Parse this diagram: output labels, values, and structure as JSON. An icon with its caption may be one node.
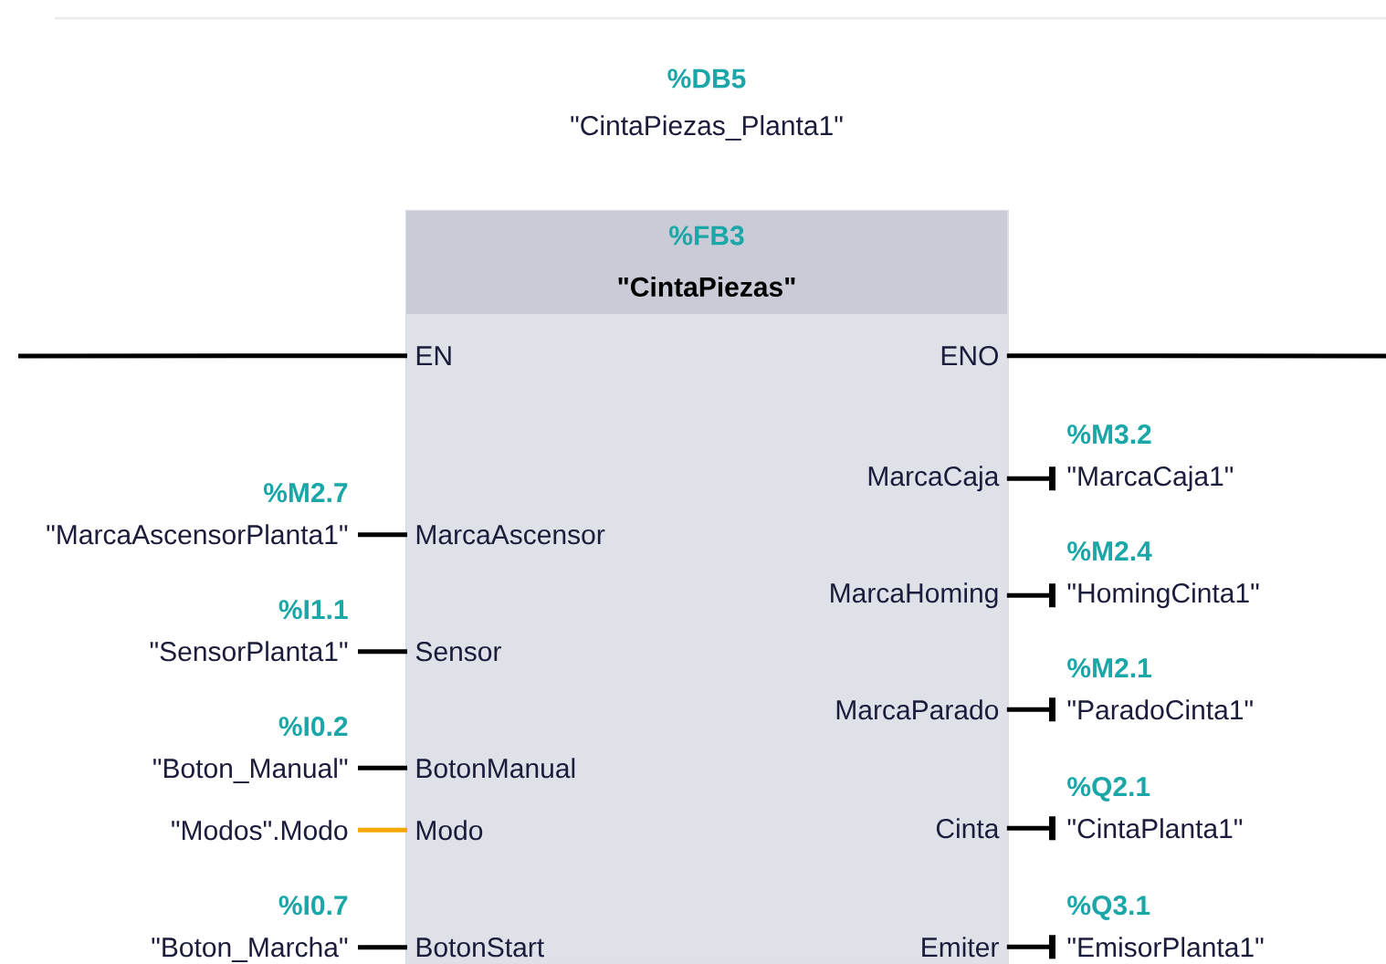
{
  "diagram": {
    "nodes": [
      {
        "text": [
          "%FB3",
          "\"CintaPiezas\""
        ],
        "beside": [
          "%DB5",
          "\"CintaPiezas_Planta1\""
        ]
      },
      {
        "text": [
          "EN"
        ],
        "in": 0
      },
      {
        "text": [
          "ENO"
        ],
        "in": 0
      },
      {
        "text": [
          "MarcaAscensor"
        ],
        "in": 0
      },
      {
        "text": [
          "Sensor"
        ],
        "in": 0
      },
      {
        "text": [
          "BotonManual"
        ],
        "in": 0
      },
      {
        "text": [
          "Modo"
        ],
        "in": 0
      },
      {
        "text": [
          "BotonStart"
        ],
        "in": 0
      },
      {
        "text": [
          "MarcaCaja"
        ],
        "in": 0
      },
      {
        "text": [
          "MarcaHoming"
        ],
        "in": 0
      },
      {
        "text": [
          "MarcaParado"
        ],
        "in": 0
      },
      {
        "text": [
          "Cinta"
        ],
        "in": 0
      },
      {
        "text": [
          "Emiter"
        ],
        "in": 0
      },
      {
        "text": [
          "%M2.7",
          "\"MarcaAscensorPlanta1\""
        ]
      },
      {
        "text": [
          "%I1.1",
          "\"SensorPlanta1\""
        ]
      },
      {
        "text": [
          "%I0.2",
          "\"Boton_Manual\""
        ]
      },
      {
        "text": [
          "\"Modos\".Modo"
        ]
      },
      {
        "text": [
          "%I0.7",
          "\"Boton_Marcha\""
        ]
      },
      {
        "text": [
          "%M3.2",
          "\"MarcaCaja1\""
        ]
      },
      {
        "text": [
          "%M2.4",
          "\"HomingCinta1\""
        ]
      },
      {
        "text": [
          "%M2.1",
          "\"ParadoCinta1\""
        ]
      },
      {
        "text": [
          "%Q2.1",
          "\"CintaPlanta1\""
        ]
      },
      {
        "text": [
          "%Q3.1",
          "\"EmisorPlanta1\""
        ]
      }
    ],
    "edges": [
      {
        "from": null,
        "to": 1,
        "arrow": "none"
      },
      {
        "from": 2,
        "to": null,
        "arrow": "none"
      },
      {
        "from": 13,
        "to": 3,
        "arrow": "none"
      },
      {
        "from": 14,
        "to": 4,
        "arrow": "none"
      },
      {
        "from": 15,
        "to": 5,
        "arrow": "none"
      },
      {
        "from": 16,
        "to": 6,
        "arrow": "none",
        "color": "#f5a800"
      },
      {
        "from": 17,
        "to": 7,
        "arrow": "none"
      },
      {
        "from": 8,
        "to": 18,
        "arrow": "other"
      },
      {
        "from": 9,
        "to": 19,
        "arrow": "other"
      },
      {
        "from": 10,
        "to": 20,
        "arrow": "other"
      },
      {
        "from": 11,
        "to": 21,
        "arrow": "other"
      },
      {
        "from": 12,
        "to": 22,
        "arrow": "other"
      }
    ]
  }
}
